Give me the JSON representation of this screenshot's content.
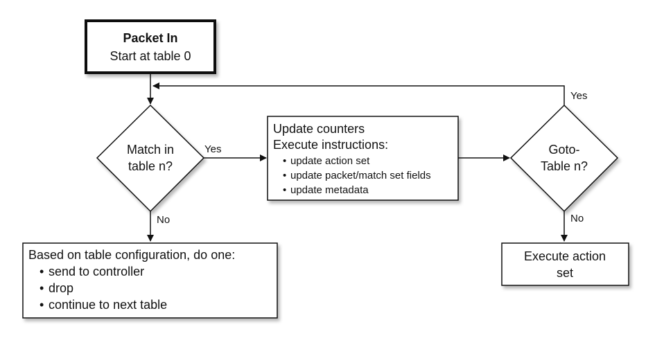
{
  "start": {
    "title": "Packet In",
    "subtitle": "Start at table 0"
  },
  "match": {
    "line1": "Match in",
    "line2": "table n?"
  },
  "update": {
    "line1": "Update counters",
    "line2": "Execute instructions:",
    "bullets": [
      "update action set",
      "update packet/match set fields",
      "update metadata"
    ]
  },
  "goto": {
    "line1": "Goto-",
    "line2": "Table n?"
  },
  "miss": {
    "title": "Based on table configuration, do one:",
    "bullets": [
      "send to controller",
      "drop",
      "continue to next table"
    ]
  },
  "execute": {
    "line1": "Execute action",
    "line2": "set"
  },
  "edges": {
    "match_yes": "Yes",
    "match_no": "No",
    "goto_yes": "Yes",
    "goto_no": "No"
  },
  "colors": {
    "stroke": "#111111",
    "shadow": "#bdbdbd"
  }
}
